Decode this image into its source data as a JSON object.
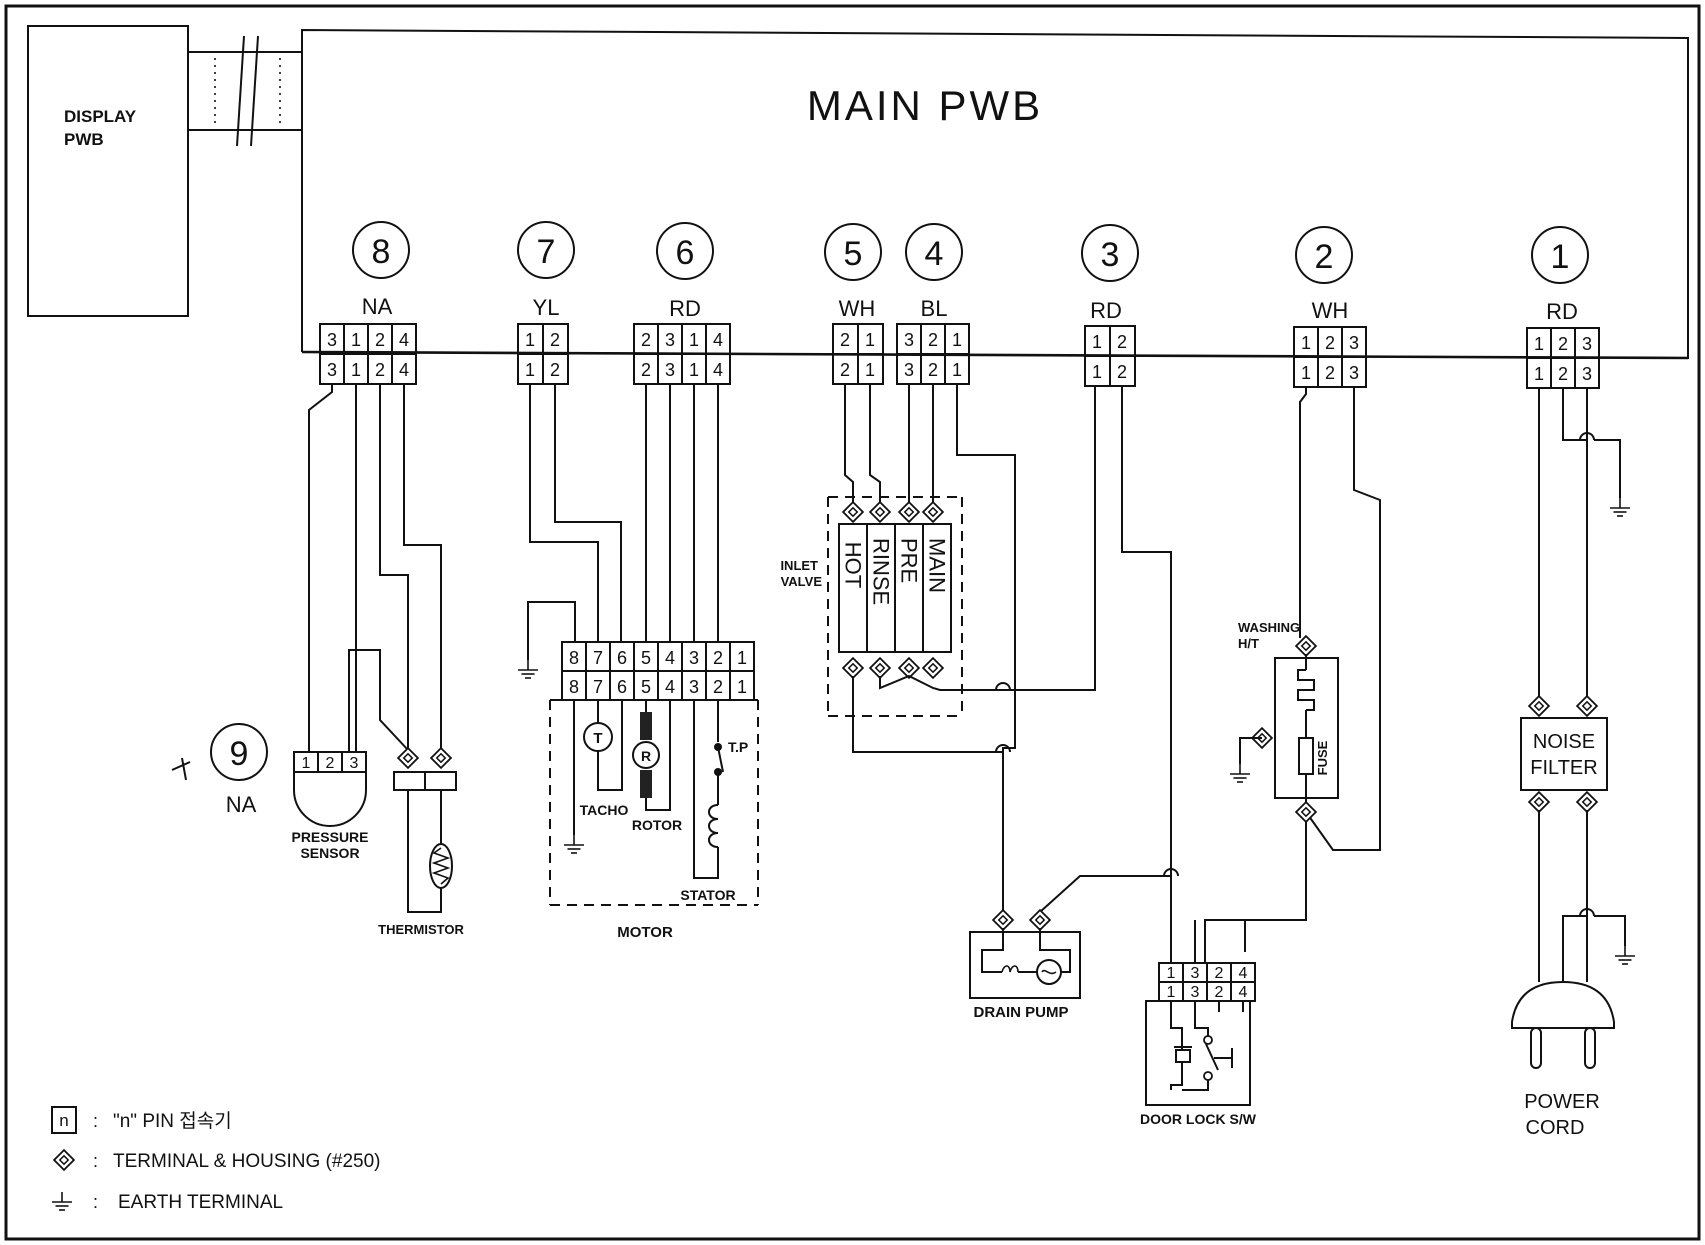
{
  "main_pwb": {
    "title": "MAIN PWB"
  },
  "display_pwb": {
    "line1": "DISPLAY",
    "line2": "PWB"
  },
  "connectors": [
    {
      "num": "8",
      "color": "NA",
      "pins": [
        "3",
        "1",
        "2",
        "4"
      ]
    },
    {
      "num": "7",
      "color": "YL",
      "pins": [
        "1",
        "2"
      ]
    },
    {
      "num": "6",
      "color": "RD",
      "pins": [
        "2",
        "3",
        "1",
        "4"
      ]
    },
    {
      "num": "5",
      "color": "WH",
      "pins": [
        "2",
        "1"
      ]
    },
    {
      "num": "4",
      "color": "BL",
      "pins": [
        "3",
        "2",
        "1"
      ]
    },
    {
      "num": "3",
      "color": "RD",
      "pins": [
        "1",
        "2"
      ]
    },
    {
      "num": "2",
      "color": "WH",
      "pins": [
        "1",
        "2",
        "3"
      ]
    },
    {
      "num": "1",
      "color": "RD",
      "pins": [
        "1",
        "2",
        "3"
      ]
    }
  ],
  "connector9": {
    "num": "9",
    "color": "NA",
    "pins": [
      "1",
      "2",
      "3"
    ]
  },
  "motor_connector": {
    "pins": [
      "8",
      "7",
      "6",
      "5",
      "4",
      "3",
      "2",
      "1"
    ]
  },
  "door_lock_connector": {
    "pins": [
      "1",
      "3",
      "2",
      "4"
    ]
  },
  "inlet_valve": {
    "label1": "INLET",
    "label2": "VALVE",
    "valves": [
      "HOT",
      "RINSE",
      "PRE",
      "MAIN"
    ]
  },
  "components": {
    "pressure_sensor": {
      "line1": "PRESSURE",
      "line2": "SENSOR"
    },
    "thermistor": "THERMISTOR",
    "tacho": "TACHO",
    "tacho_symbol": "T",
    "rotor": "ROTOR",
    "rotor_symbol": "R",
    "stator": "STATOR",
    "tp": "T.P",
    "motor": "MOTOR",
    "washing_heater": {
      "line1": "WASHING",
      "line2": "H/T"
    },
    "fuse": "FUSE",
    "noise_filter": {
      "line1": "NOISE",
      "line2": "FILTER"
    },
    "power_cord": {
      "line1": "POWER",
      "line2": "CORD"
    },
    "drain_pump": "DRAIN PUMP",
    "door_lock": "DOOR LOCK S/W"
  },
  "legend": [
    {
      "symbol": "n",
      "sep": ":",
      "text": "\"n\" PIN 접속기"
    },
    {
      "symbol": "terminal",
      "sep": ":",
      "text": "TERMINAL & HOUSING (#250)"
    },
    {
      "symbol": "earth",
      "sep": ":",
      "text": "EARTH TERMINAL"
    }
  ]
}
